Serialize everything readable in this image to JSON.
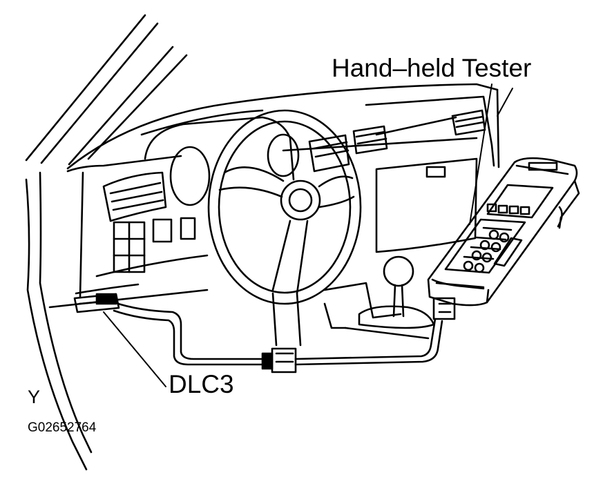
{
  "labels": {
    "hand_held_tester": "Hand–held Tester",
    "dlc3": "DLC3",
    "view_mark": "Y",
    "figure_id": "G02652764"
  },
  "colors": {
    "line": "#000000",
    "background": "#ffffff"
  }
}
